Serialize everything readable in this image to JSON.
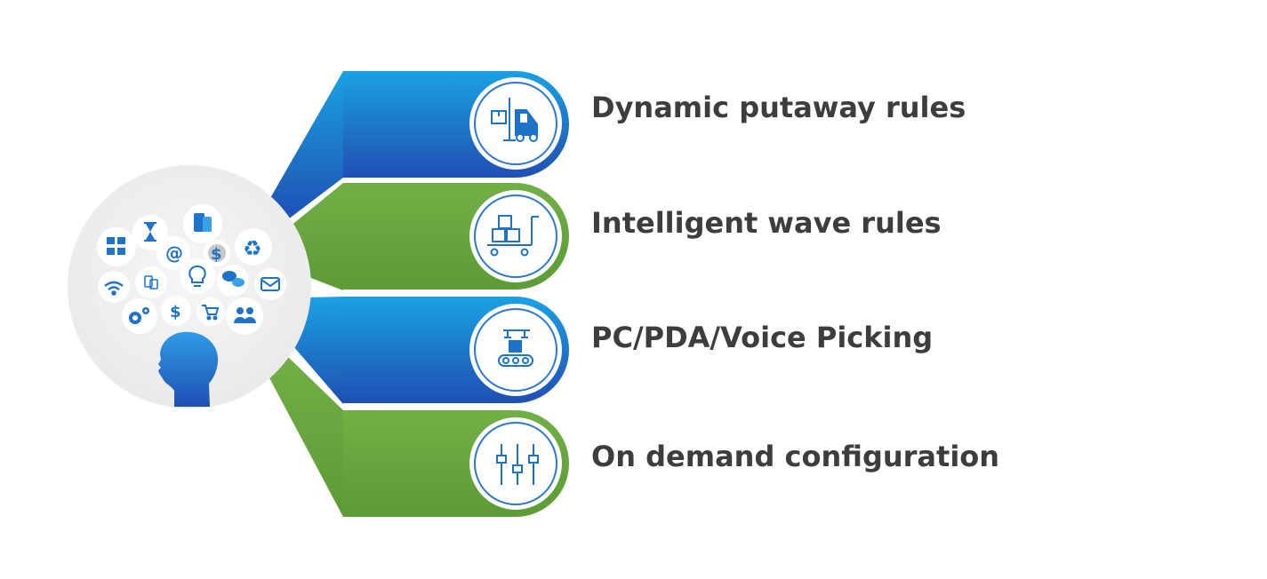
{
  "features": [
    {
      "label": "Dynamic putaway rules",
      "icon": "forklift-icon",
      "color": "blue"
    },
    {
      "label": "Intelligent wave rules",
      "icon": "cart-boxes-icon",
      "color": "green"
    },
    {
      "label": "PC/PDA/Voice Picking",
      "icon": "conveyor-belt-icon",
      "color": "blue"
    },
    {
      "label": "On demand configuration",
      "icon": "sliders-icon",
      "color": "green"
    }
  ],
  "hub": {
    "icons": [
      "calculator-icon",
      "hourglass-icon",
      "mobile-devices-icon",
      "at-sign-icon",
      "dollar-icon",
      "recycle-icon",
      "wifi-icon",
      "devices-icon",
      "lightbulb-icon",
      "chat-icon",
      "mail-icon",
      "gears-icon",
      "dollar-icon",
      "shopping-cart-icon",
      "users-icon",
      "head-silhouette-icon"
    ]
  },
  "colors": {
    "blue_light": "#1ba1e2",
    "blue_dark": "#1f4fb3",
    "green": "#6aa843",
    "green_dark": "#5b9637",
    "text": "#3d3d3d",
    "icon": "#1e73c8",
    "hub_bg": "#f1f1f1"
  }
}
